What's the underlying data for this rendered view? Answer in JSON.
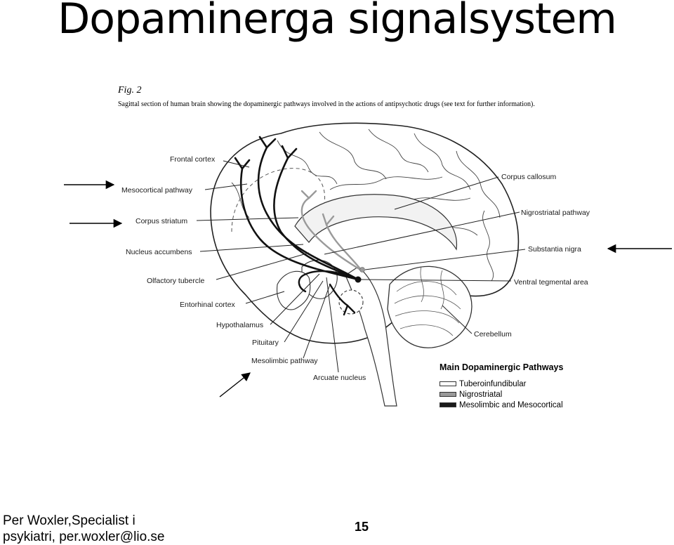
{
  "slide": {
    "title": "Dopaminerga signalsystem",
    "figure_label": "Fig. 2",
    "figure_caption": "Sagittal section of human brain showing the dopaminergic pathways involved in the actions of antipsychotic drugs (see text for further information)."
  },
  "diagram_labels": {
    "frontal_cortex": "Frontal cortex",
    "mesocortical_pathway": "Mesocortical pathway",
    "corpus_striatum": "Corpus striatum",
    "nucleus_accumbens": "Nucleus accumbens",
    "olfactory_tubercle": "Olfactory tubercle",
    "entorhinal_cortex": "Entorhinal cortex",
    "hypothalamus": "Hypothalamus",
    "pituitary": "Pituitary",
    "mesolimbic_pathway": "Mesolimbic pathway",
    "arcuate_nucleus": "Arcuate nucleus",
    "corpus_callosum": "Corpus callosum",
    "nigrostriatal_pathway": "Nigrostriatal pathway",
    "substantia_nigra": "Substantia nigra",
    "ventral_tegmental_area": "Ventral tegmental area",
    "cerebellum": "Cerebellum"
  },
  "legend": {
    "title": "Main Dopaminergic Pathways",
    "items": [
      {
        "label": "Tuberoinfundibular",
        "color": "#ffffff"
      },
      {
        "label": "Nigrostriatal",
        "color": "#9a9a9a"
      },
      {
        "label": "Mesolimbic and Mesocortical",
        "color": "#1a1a1a"
      }
    ]
  },
  "footer": {
    "author_line1": "Per Woxler,Specialist i",
    "author_line2": "psykiatri, per.woxler@lio.se",
    "page_number": "15"
  }
}
